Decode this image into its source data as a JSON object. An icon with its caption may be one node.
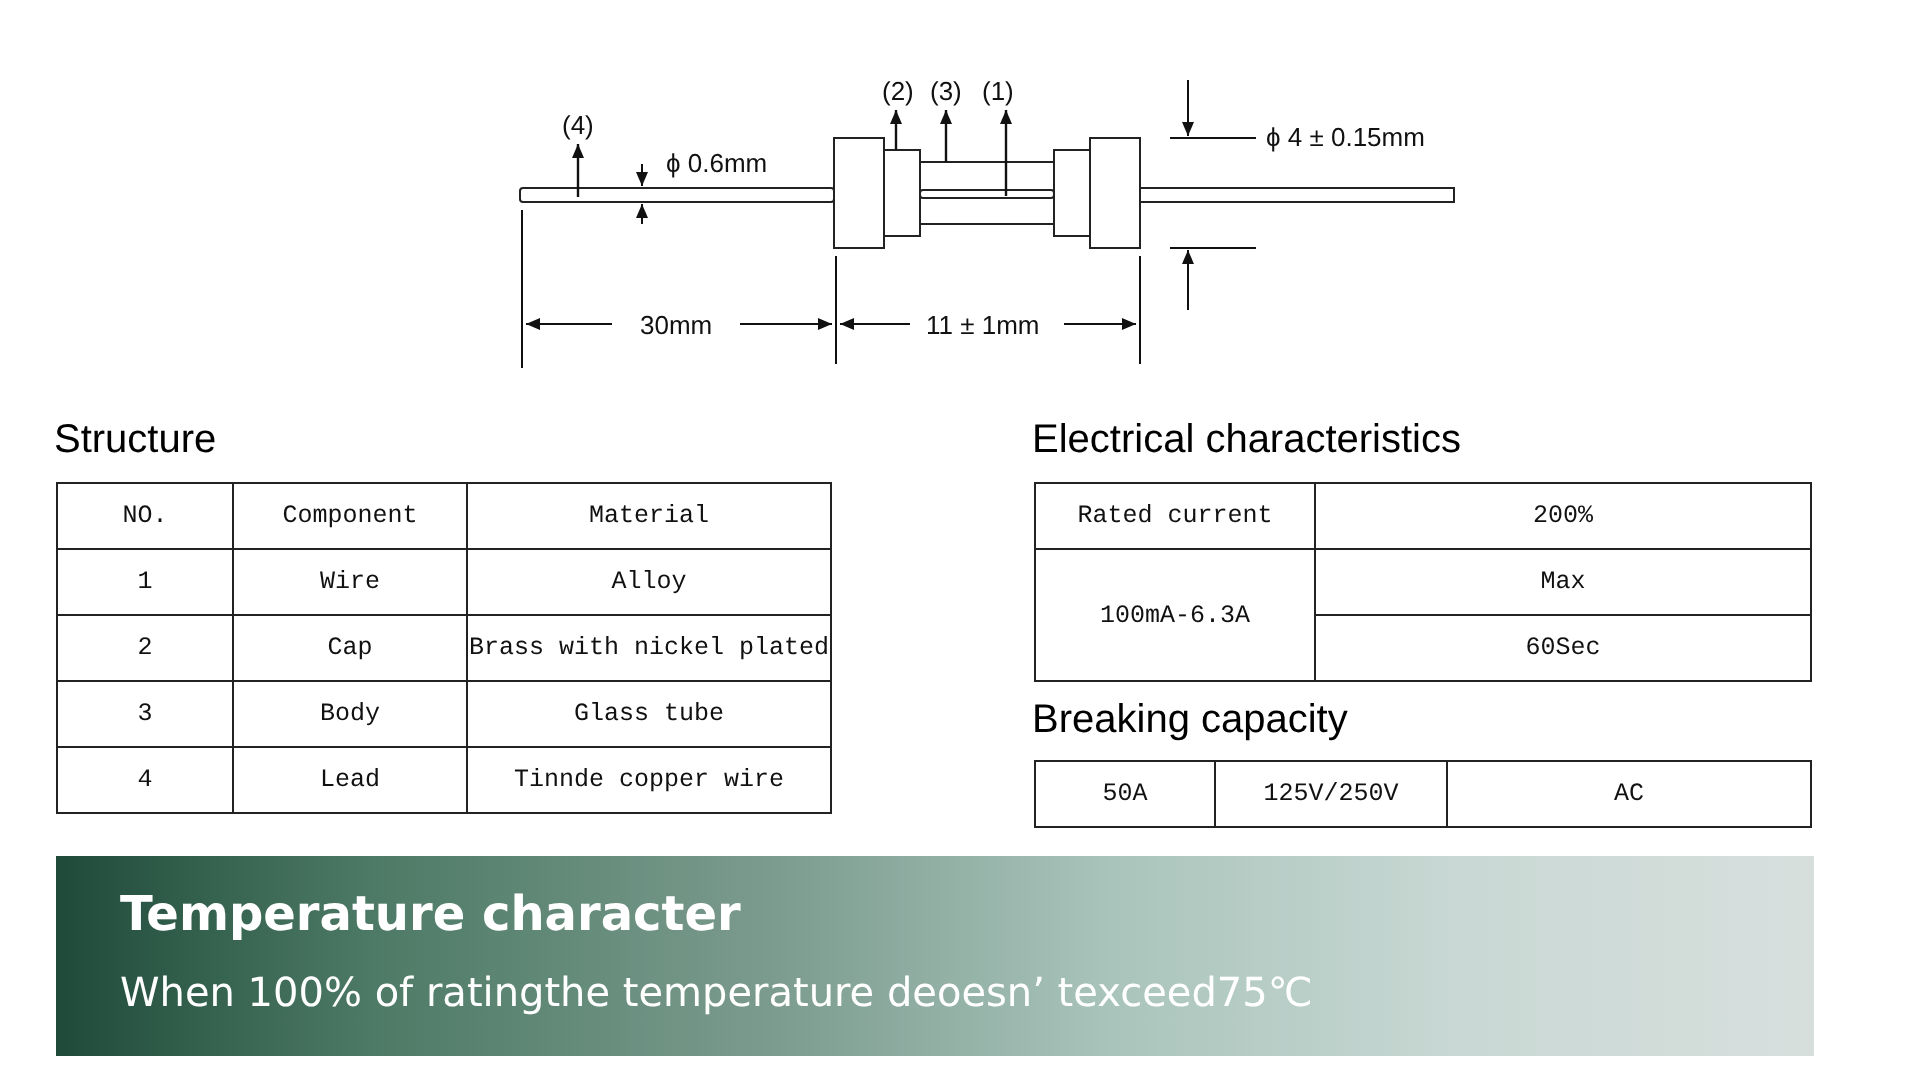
{
  "diagram": {
    "nodes": [
      {
        "text": [
          "(4)"
        ]
      },
      {
        "text": [
          "(2)"
        ]
      },
      {
        "text": [
          "(3)"
        ]
      },
      {
        "text": [
          "(1)"
        ]
      },
      {
        "text": [],
        "shape": "bar"
      },
      {
        "text": [],
        "shape": "box"
      },
      {
        "text": [],
        "shape": "box"
      },
      {
        "text": [],
        "shape": "bar",
        "in": 6
      }
    ],
    "edges": [
      {
        "from": 4,
        "to": 0,
        "arrow": "to"
      },
      {
        "from": 5,
        "to": 1,
        "arrow": "to"
      },
      {
        "from": 6,
        "to": 2,
        "arrow": "to"
      },
      {
        "from": 7,
        "to": 3,
        "arrow": "to"
      }
    ],
    "labels": [
      "ϕ 0.6mm",
      "ϕ 4 ± 0.15mm",
      "30mm",
      "11 ± 1mm",
      "Structure",
      "NO.",
      "Component",
      "Material",
      "1",
      "Wire",
      "Alloy",
      "2",
      "Cap",
      "Brass with nickel plated",
      "3",
      "Body",
      "Glass tube",
      "4",
      "Lead",
      "Tinnde copper wire",
      "Electrical characteristics",
      "Rated current",
      "200%",
      "100mA-6.3A",
      "Max",
      "60Sec",
      "Breaking capacity",
      "50A",
      "125V/250V",
      "AC",
      "Temperature character",
      "When 100% of ratingthe temperature deoesn’ texceed75℃"
    ]
  }
}
